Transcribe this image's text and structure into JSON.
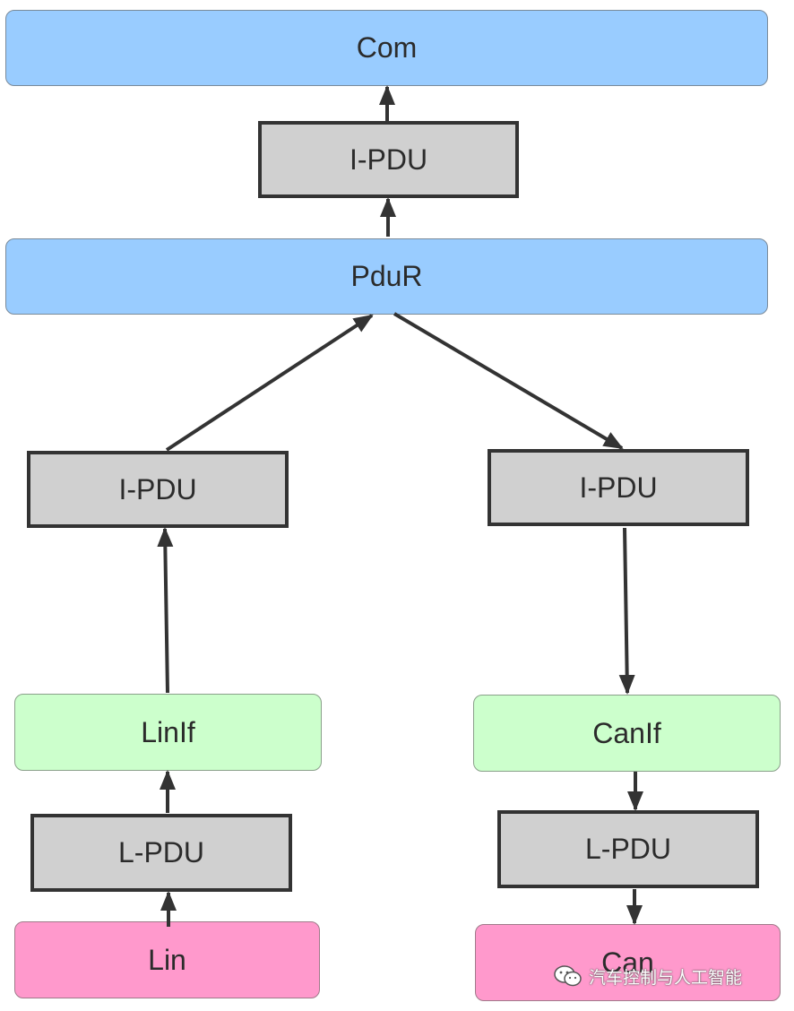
{
  "nodes": {
    "com": "Com",
    "ipdu_top": "I-PDU",
    "pdur": "PduR",
    "ipdu_left": "I-PDU",
    "ipdu_right": "I-PDU",
    "linif": "LinIf",
    "canif": "CanIf",
    "lpdu_left": "L-PDU",
    "lpdu_right": "L-PDU",
    "lin": "Lin",
    "can": "Can"
  },
  "watermark": {
    "text": "汽车控制与人工智能",
    "icon": "wechat-icon"
  },
  "colors": {
    "layer_blue": "#99ccff",
    "layer_green": "#ccffcc",
    "layer_pink": "#ff99cc",
    "pdu_gray": "#d0d0d0",
    "arrow": "#333333"
  }
}
